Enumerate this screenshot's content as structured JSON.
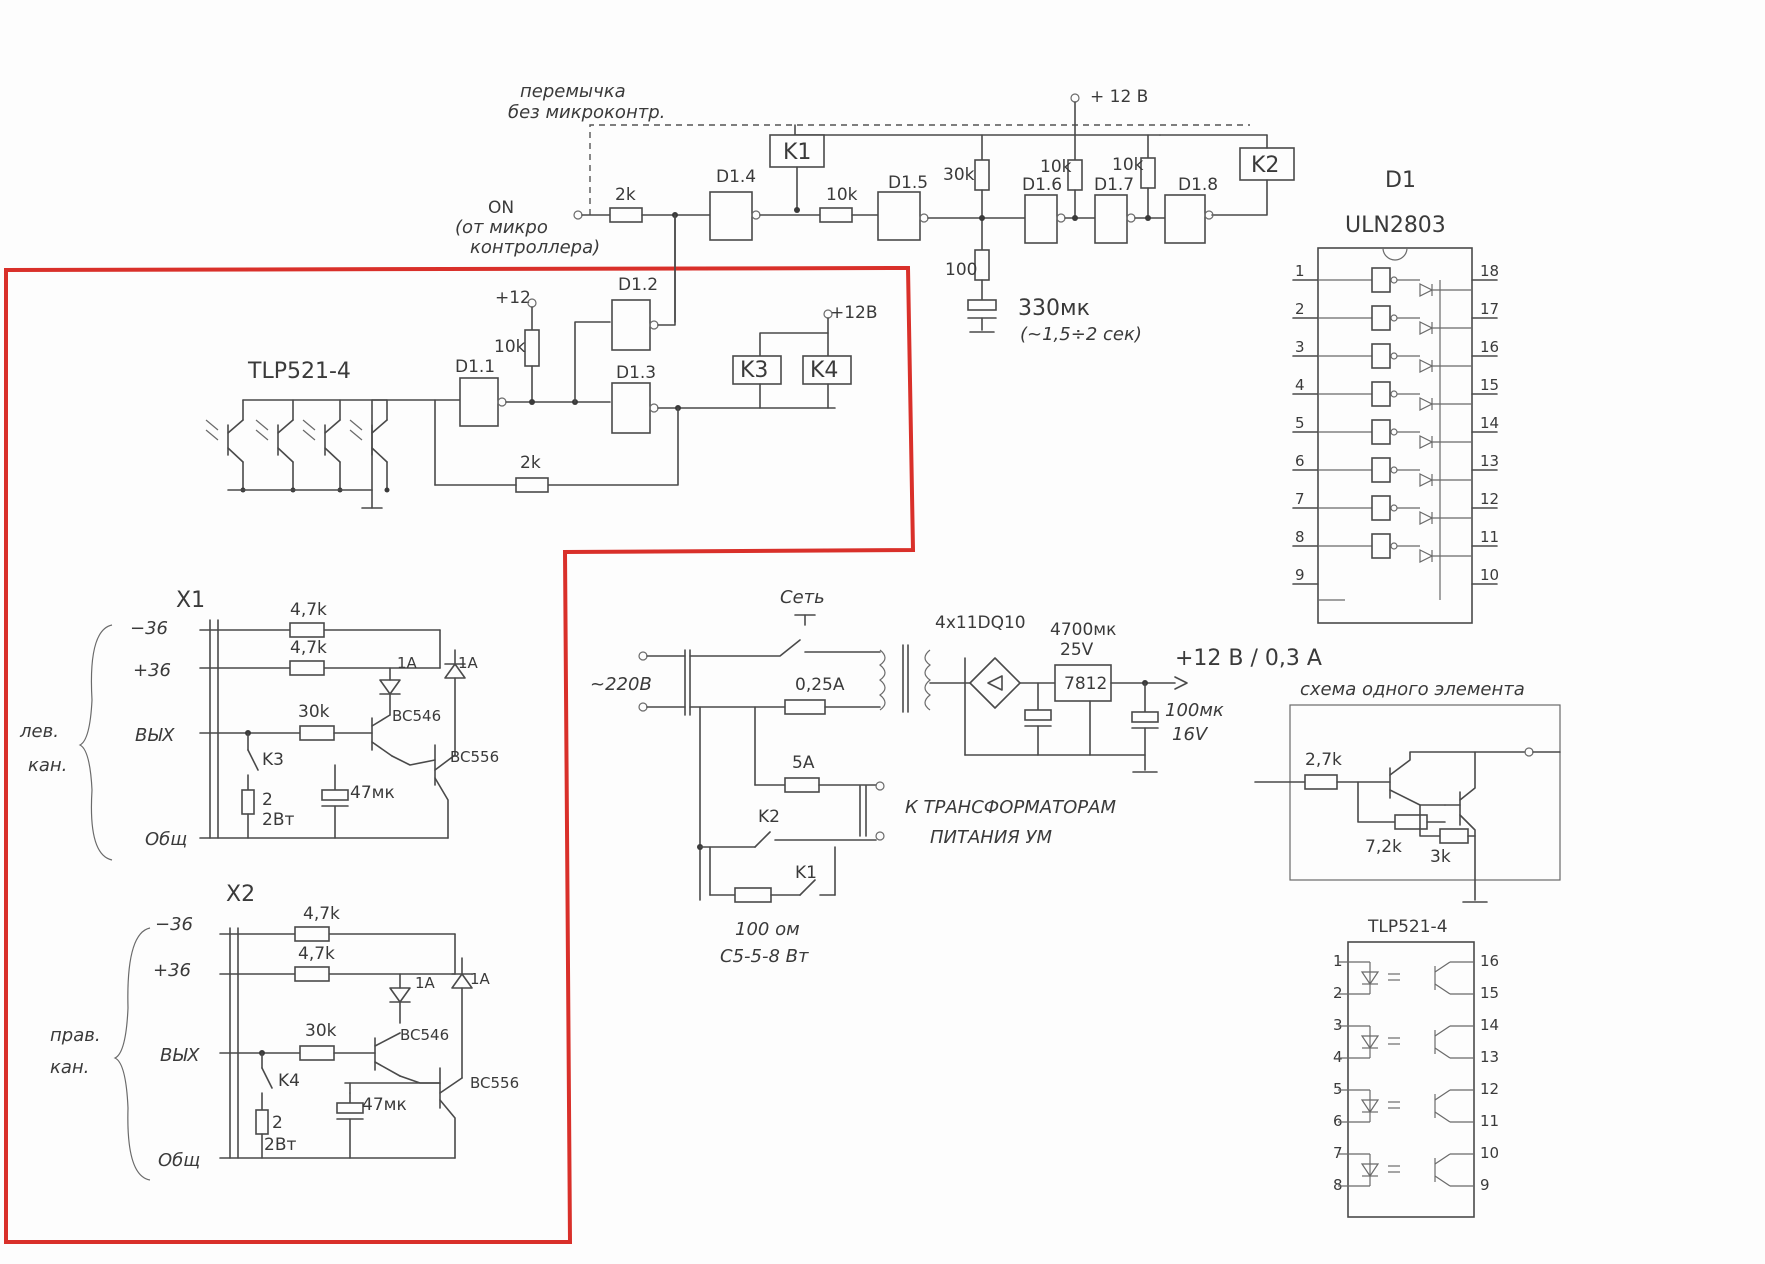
{
  "top_section": {
    "jumper_note_line1": "перемычка",
    "jumper_note_line2": "без микроконтр.",
    "plus12": "+ 12 В",
    "k1": "K1",
    "k2": "K2",
    "on_label": "ON",
    "on_note_line1": "(от микро",
    "on_note_line2": "контроллера)",
    "r_2k": "2k",
    "d14": "D1.4",
    "r_10k": "10k",
    "d15": "D1.5",
    "r_30k": "30k",
    "d16": "D1.6",
    "r_10k_b": "10k",
    "d17": "D1.7",
    "r_10k_c": "10k",
    "d18": "D1.8",
    "r_100": "100",
    "c_330": "330мк",
    "delay": "(~1,5÷2 сек)"
  },
  "uln": {
    "title_d1": "D1",
    "title_part": "ULN2803",
    "pins_left": [
      "1",
      "2",
      "3",
      "4",
      "5",
      "6",
      "7",
      "8",
      "9"
    ],
    "pins_right": [
      "18",
      "17",
      "16",
      "15",
      "14",
      "13",
      "12",
      "11",
      "10"
    ]
  },
  "red_section": {
    "tlp": "TLP521-4",
    "plus12_a": "+12",
    "r_10k": "10k",
    "d12": "D1.2",
    "d11": "D1.1",
    "d13": "D1.3",
    "plus12_b": "+12В",
    "k3": "K3",
    "k4": "K4",
    "r_2k": "2k"
  },
  "left_channel": {
    "connector": "X1",
    "minus36": "−36",
    "plus36": "+36",
    "out": "ВЫХ",
    "common": "Общ",
    "r47_a": "4,7k",
    "r47_b": "4,7k",
    "r30": "30k",
    "led1": "1А",
    "led2": "1А",
    "t1": "BC546",
    "t2": "BC556",
    "relay": "K3",
    "r2": "2",
    "r2_w": "2Вт",
    "cap": "47мк",
    "side_1": "лев.",
    "side_2": "кан."
  },
  "right_channel": {
    "connector": "X2",
    "minus36": "−36",
    "plus36": "+36",
    "out": "ВЫХ",
    "common": "Общ",
    "r47_a": "4,7k",
    "r47_b": "4,7k",
    "r30": "30k",
    "led1": "1А",
    "led2": "1А",
    "t1": "BC546",
    "t2": "BC556",
    "relay": "K4",
    "r2": "2",
    "r2_w": "2Вт",
    "cap": "47мк",
    "side_1": "прав.",
    "side_2": "кан."
  },
  "power": {
    "mains": "Сеть",
    "v220": "~220В",
    "fuse_025": "0,25А",
    "fuse_5": "5А",
    "k2": "K2",
    "k1": "K1",
    "r100": "100 ом",
    "r100_type": "С5-5-8 Вт",
    "to_trans_1": "К ТРАНСФОРМАТОРАМ",
    "to_trans_2": "ПИТАНИЯ  УМ",
    "diodes": "4x11DQ10",
    "c4700": "4700мк",
    "c4700_v": "25V",
    "reg": "7812",
    "out": "+12 В / 0,3 А",
    "c100": "100мк",
    "c100_v": "16V"
  },
  "element": {
    "title": "схема одного элемента",
    "r27": "2,7k",
    "r72": "7,2k",
    "r3": "3k"
  },
  "tlp_pinout": {
    "title": "TLP521-4",
    "pins_left": [
      "1",
      "2",
      "3",
      "4",
      "5",
      "6",
      "7",
      "8"
    ],
    "pins_right": [
      "16",
      "15",
      "14",
      "13",
      "12",
      "11",
      "10",
      "9"
    ]
  }
}
